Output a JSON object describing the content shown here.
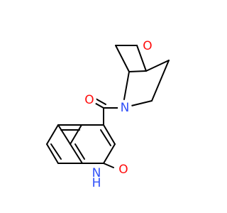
{
  "molecule": {
    "atoms": {
      "carbonyl_oxygen": {
        "symbol": "O",
        "color": "#ff0d0d"
      },
      "ether_oxygen": {
        "symbol": "O",
        "color": "#ff0d0d"
      },
      "bicyclic_nitrogen": {
        "symbol": "N",
        "color": "#3050f8"
      },
      "quinolone_nh": {
        "symbol": "H",
        "color": "#3050f8"
      },
      "quinolone_nh_h": {
        "symbol": "N",
        "color": "#3050f8"
      },
      "hydroxy_oxygen": {
        "symbol": "O",
        "color": "#ff0d0d"
      }
    },
    "bond_color": "#000000"
  }
}
